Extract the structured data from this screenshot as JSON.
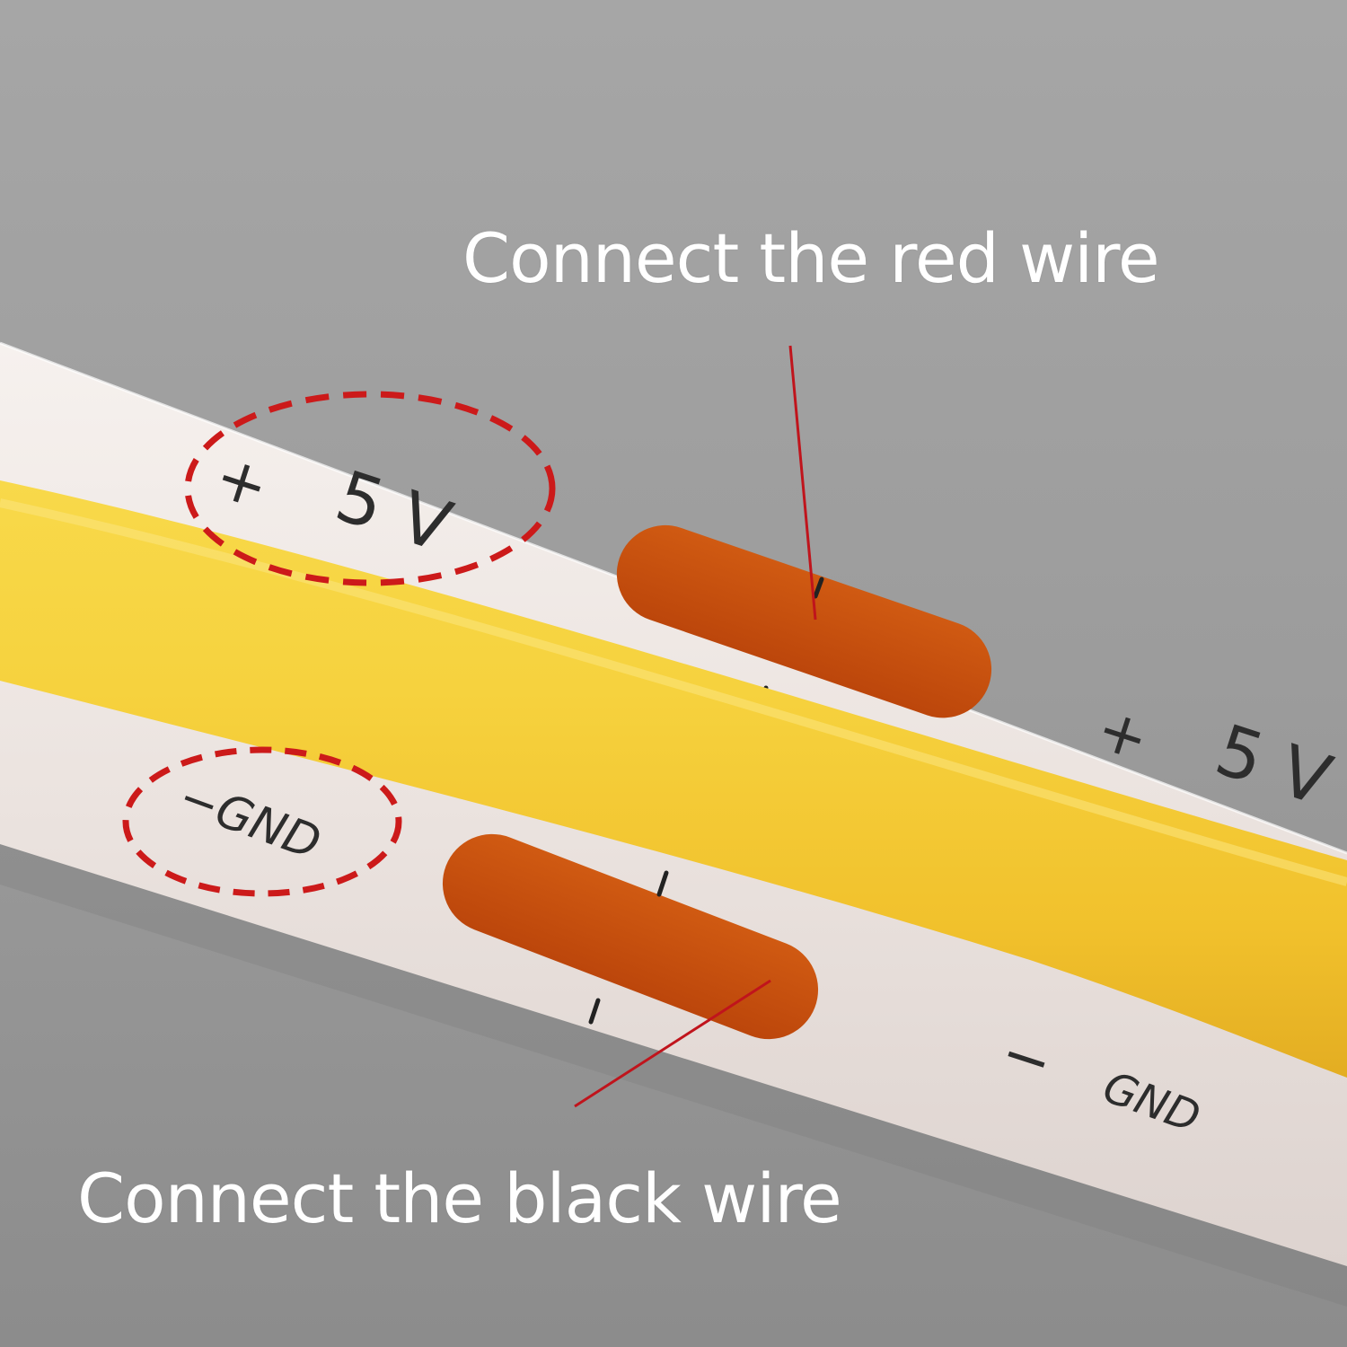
{
  "annotations": {
    "red_wire_caption": "Connect the red wire",
    "black_wire_caption": "Connect the black wire"
  },
  "strip_labels": {
    "positive_plus": "+",
    "positive_voltage": "5 V",
    "negative_label": "−GND",
    "right_positive_plus": "+",
    "right_positive_voltage": "5 V",
    "right_negative_minus": "−",
    "right_negative_text": "GND"
  },
  "colors": {
    "background": "#9a9a9a",
    "strip": "#ede6e2",
    "led_cob": "#f3c530",
    "solder_pad": "#c8500e",
    "marker": "#cc1a1a",
    "pointer": "#c0141c",
    "caption_text": "#ffffff"
  },
  "icons": [
    "dashed-ellipse-marker",
    "pointer-line"
  ]
}
